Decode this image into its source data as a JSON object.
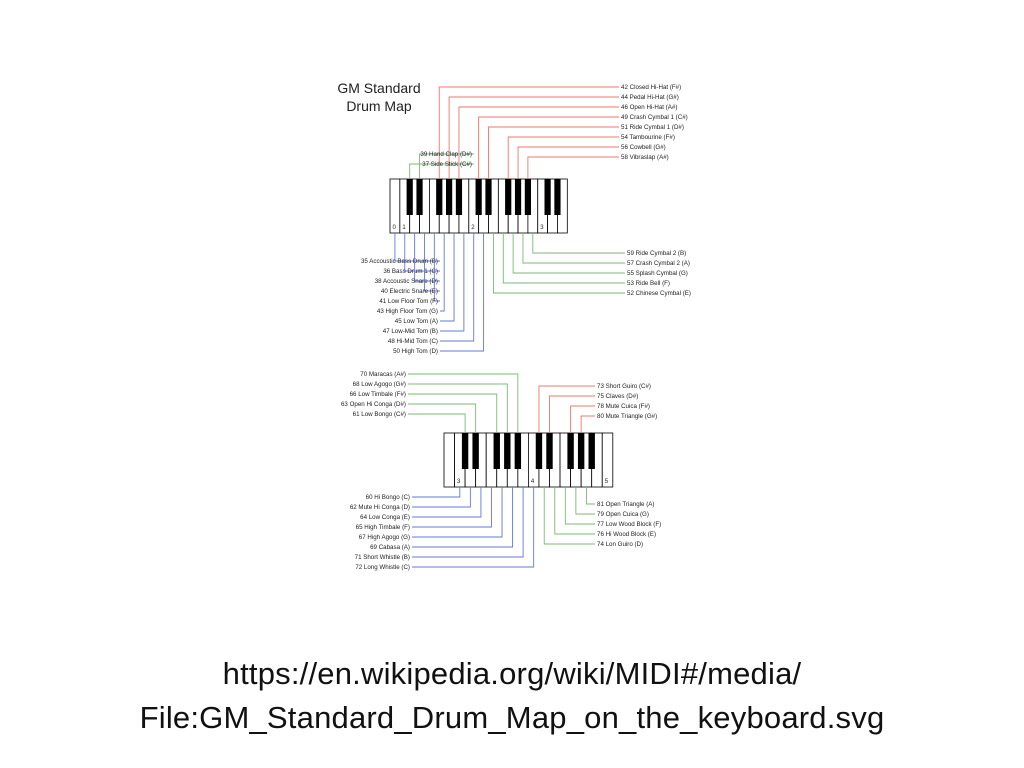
{
  "title_lines": [
    "GM Standard",
    "Drum Map"
  ],
  "caption": {
    "line1": "https://en.wikipedia.org/wiki/MIDI#/media/",
    "line2": "File:GM_Standard_Drum_Map_on_the_keyboard.svg"
  },
  "colors": {
    "red": "#ee7766",
    "green": "#7cb878",
    "blue": "#6677dd",
    "key_outline": "#000000",
    "black_key": "#000000"
  },
  "keyboards": [
    {
      "octave_labels": [
        "0",
        "1",
        "2",
        "3"
      ],
      "labels": [
        {
          "text": "42 Closed Hi-Hat (F#)",
          "note": 42,
          "color": "red"
        },
        {
          "text": "44 Pedal Hi-Hat (G#)",
          "note": 44,
          "color": "red"
        },
        {
          "text": "46 Open Hi-Hat (A#)",
          "note": 46,
          "color": "red"
        },
        {
          "text": "49 Crash Cymbal 1 (C#)",
          "note": 49,
          "color": "red"
        },
        {
          "text": "51 Ride Cymbal 1 (D#)",
          "note": 51,
          "color": "red"
        },
        {
          "text": "54 Tambourine (F#)",
          "note": 54,
          "color": "red"
        },
        {
          "text": "56 Cowbell (G#)",
          "note": 56,
          "color": "red"
        },
        {
          "text": "58 Vibraslap (A#)",
          "note": 58,
          "color": "red"
        },
        {
          "text": "39 Hand Clap (D#)",
          "note": 39,
          "color": "green"
        },
        {
          "text": "37 Side Stick (C#)",
          "note": 37,
          "color": "green"
        },
        {
          "text": "59 Ride Cymbal 2 (B)",
          "note": 59,
          "color": "green"
        },
        {
          "text": "57 Crash Cymbal 2 (A)",
          "note": 57,
          "color": "green"
        },
        {
          "text": "55 Splash Cymbal (G)",
          "note": 55,
          "color": "green"
        },
        {
          "text": "53 Ride Bell (F)",
          "note": 53,
          "color": "green"
        },
        {
          "text": "52 Chinese Cymbal (E)",
          "note": 52,
          "color": "green"
        },
        {
          "text": "35 Accoustic Bass Drum (B)",
          "note": 35,
          "color": "blue"
        },
        {
          "text": "36 Bass Drum 1 (C)",
          "note": 36,
          "color": "blue"
        },
        {
          "text": "38 Accoustic Snare (D)",
          "note": 38,
          "color": "blue"
        },
        {
          "text": "40 Electric Snare (E)",
          "note": 40,
          "color": "blue"
        },
        {
          "text": "41 Low Floor Tom (F)",
          "note": 41,
          "color": "blue"
        },
        {
          "text": "43 High Floor Tom (G)",
          "note": 43,
          "color": "blue"
        },
        {
          "text": "45 Low Tom (A)",
          "note": 45,
          "color": "blue"
        },
        {
          "text": "47 Low-Mid Tom (B)",
          "note": 47,
          "color": "blue"
        },
        {
          "text": "48 Hi-Mid Tom (C)",
          "note": 48,
          "color": "blue"
        },
        {
          "text": "50 High Tom (D)",
          "note": 50,
          "color": "blue"
        }
      ]
    },
    {
      "octave_labels": [
        "3",
        "4",
        "5"
      ],
      "labels": [
        {
          "text": "70 Maracas (A#)",
          "note": 70,
          "color": "green"
        },
        {
          "text": "68 Low Agogo (G#)",
          "note": 68,
          "color": "green"
        },
        {
          "text": "66 Low Timbale (F#)",
          "note": 66,
          "color": "green"
        },
        {
          "text": "63 Open Hi Conga (D#)",
          "note": 63,
          "color": "green"
        },
        {
          "text": "61 Low Bongo (C#)",
          "note": 61,
          "color": "green"
        },
        {
          "text": "73 Short Guiro (C#)",
          "note": 73,
          "color": "red"
        },
        {
          "text": "75 Claves (D#)",
          "note": 75,
          "color": "red"
        },
        {
          "text": "78 Mute Cuica (F#)",
          "note": 78,
          "color": "red"
        },
        {
          "text": "80 Mute Triangle (G#)",
          "note": 80,
          "color": "red"
        },
        {
          "text": "60 Hi Bongo (C)",
          "note": 60,
          "color": "blue"
        },
        {
          "text": "62 Mute Hi Conga (D)",
          "note": 62,
          "color": "blue"
        },
        {
          "text": "64 Low Conga (E)",
          "note": 64,
          "color": "blue"
        },
        {
          "text": "65 High Timbale (F)",
          "note": 65,
          "color": "blue"
        },
        {
          "text": "67 High Agogo (G)",
          "note": 67,
          "color": "blue"
        },
        {
          "text": "69 Cabasa (A)",
          "note": 69,
          "color": "blue"
        },
        {
          "text": "71 Short Whistle (B)",
          "note": 71,
          "color": "blue"
        },
        {
          "text": "72 Long Whistle (C)",
          "note": 72,
          "color": "blue"
        },
        {
          "text": "81 Open Triangle (A)",
          "note": 81,
          "color": "green"
        },
        {
          "text": "79 Open Cuica (G)",
          "note": 79,
          "color": "green"
        },
        {
          "text": "77 Low Wood Block (F)",
          "note": 77,
          "color": "green"
        },
        {
          "text": "76 Hi Wood Block (E)",
          "note": 76,
          "color": "green"
        },
        {
          "text": "74 Lon Guiro (D)",
          "note": 74,
          "color": "green"
        }
      ]
    }
  ]
}
